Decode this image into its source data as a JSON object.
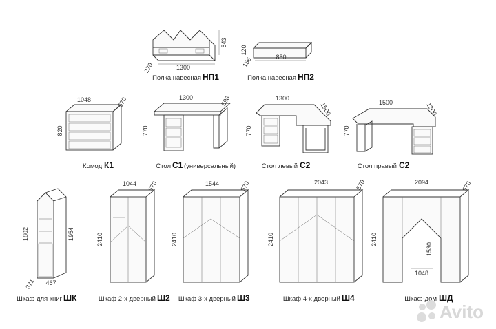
{
  "items": [
    {
      "name": "Полка навесная",
      "code": "НП1",
      "dims": {
        "w": "1300",
        "h": "543",
        "d": "270"
      }
    },
    {
      "name": "Полка навесная",
      "code": "НП2",
      "dims": {
        "w": "850",
        "h": "120",
        "d": "156"
      }
    },
    {
      "name": "Комод",
      "code": "К1",
      "dims": {
        "w": "1048",
        "h": "820",
        "d": "570"
      }
    },
    {
      "name": "Стол",
      "code": "С1",
      "suffix": "(универсальный)",
      "dims": {
        "w": "1300",
        "h": "770",
        "d": "598"
      }
    },
    {
      "name": "Стол левый",
      "code": "С2",
      "dims": {
        "w": "1300",
        "h": "770",
        "d": "1500"
      }
    },
    {
      "name": "Стол правый",
      "code": "С2",
      "dims": {
        "w": "1500",
        "h": "770",
        "d": "1300"
      }
    },
    {
      "name": "Шкаф для книг",
      "code": "ШК",
      "dims": {
        "w": "467",
        "h": "1954",
        "h2": "1802",
        "d": "371"
      }
    },
    {
      "name": "Шкаф 2-х дверный",
      "code": "Ш2",
      "dims": {
        "w": "1044",
        "h": "2410",
        "d": "570"
      }
    },
    {
      "name": "Шкаф 3-х дверный",
      "code": "Ш3",
      "dims": {
        "w": "1544",
        "h": "2410",
        "d": "570"
      }
    },
    {
      "name": "Шкаф 4-х дверный",
      "code": "Ш4",
      "dims": {
        "w": "2043",
        "h": "2410",
        "d": "570"
      }
    },
    {
      "name": "Шкаф-дом",
      "code": "ШД",
      "dims": {
        "w": "2094",
        "h": "2410",
        "d": "570",
        "arch_h": "1530",
        "arch_w": "1048"
      }
    }
  ],
  "watermark": "Avito",
  "watermark_icon": "avito-dots-icon"
}
